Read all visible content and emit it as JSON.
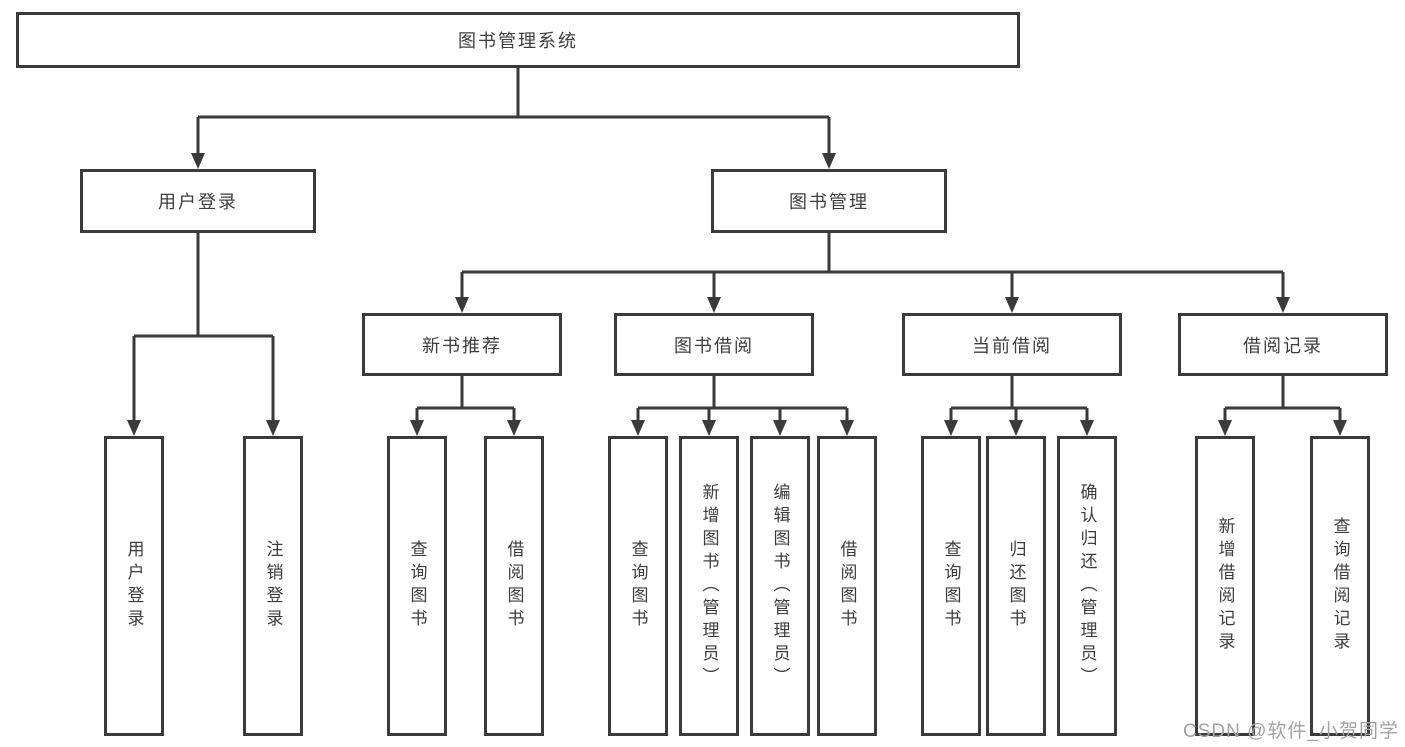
{
  "colors": {
    "line": "#3a3a3a",
    "text": "#3d3d3d",
    "box-bg": "#ffffff",
    "watermark": "#a3a3a3"
  },
  "nodes": {
    "root": "图书管理系统",
    "user_login": "用户登录",
    "book_mgmt": "图书管理",
    "new_book_rec": "新书推荐",
    "book_borrow": "图书借阅",
    "current_borrow": "当前借阅",
    "borrow_record": "借阅记录",
    "leaf_ul_login": "用户登录",
    "leaf_ul_logout": "注销登录",
    "leaf_nb_query": "查询图书",
    "leaf_nb_borrow": "借阅图书",
    "leaf_bb_query": "查询图书",
    "leaf_bb_add": "新增图书（管理员）",
    "leaf_bb_edit": "编辑图书（管理员）",
    "leaf_bb_borrow": "借阅图书",
    "leaf_cb_query": "查询图书",
    "leaf_cb_return": "归还图书",
    "leaf_cb_confirm": "确认归还（管理员）",
    "leaf_br_add": "新增借阅记录",
    "leaf_br_query": "查询借阅记录"
  },
  "watermark": {
    "text": "CSDN @软件_小贺同学"
  }
}
